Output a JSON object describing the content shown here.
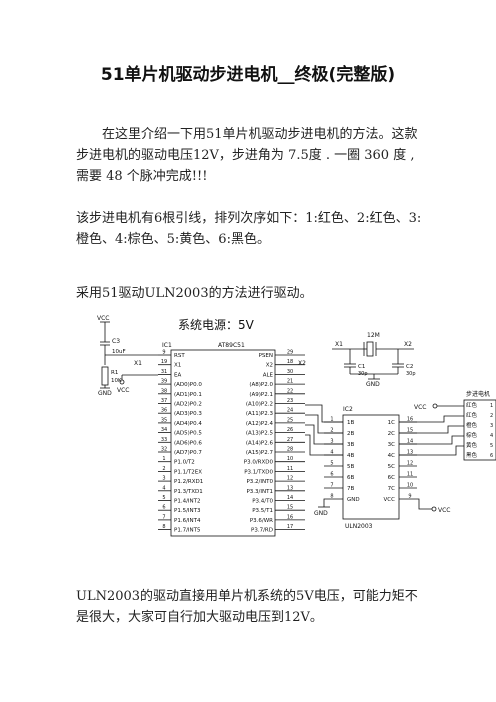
{
  "title": "51单片机驱动步进电机__终极(完整版)",
  "para1": "在这里介绍一下用51单片机驱动步进电机的方法。这款步进电机的驱动电压12V，步进角为 7.5度 . 一圈 360 度 , 需要 48 个脉冲完成!!!",
  "para2": "该步进电机有6根引线，排列次序如下：1:红色、2:红色、3:橙色、4:棕色、5:黄色、6:黑色。",
  "para3": "采用51驱动ULN2003的方法进行驱动。",
  "para4": "ULN2003的驱动直接用单片机系统的5V电压，可能力矩不是很大，大家可自行加大驱动电压到12V。",
  "schematic": {
    "power_label": "系统电源：5V",
    "vcc": "VCC",
    "gnd": "GND",
    "c3": "C3",
    "c3_val": "10uF",
    "r1": "R1",
    "r1_val": "10K",
    "ic1": "IC1",
    "ic1_part": "AT89C51",
    "x1": "X1",
    "x2": "X2",
    "crystal": "12M",
    "c1": "C1",
    "c2": "C2",
    "cap_val": "30p",
    "ic2": "IC2",
    "ic2_part": "ULN2003",
    "motor_label": "步进电机",
    "left_pins": [
      "9",
      "19",
      "31",
      "39",
      "38",
      "37",
      "36",
      "35",
      "34",
      "33",
      "32",
      "1",
      "2",
      "3",
      "4",
      "5",
      "6",
      "7",
      "8"
    ],
    "left_labels": [
      "RST",
      "X1",
      "EA",
      "(AD0)P0.0",
      "(AD1)P0.1",
      "(AD2)P0.2",
      "(AD3)P0.3",
      "(AD4)P0.4",
      "(AD5)P0.5",
      "(AD6)P0.6",
      "(AD7)P0.7",
      "P1.0/T2",
      "P1.1/T2EX",
      "P1.2/RXD1",
      "P1.3/TXD1",
      "P1.4/INT2",
      "P1.5/INT3",
      "P1.6/INT4",
      "P1.7/INT5"
    ],
    "right_pins": [
      "29",
      "18",
      "30",
      "21",
      "22",
      "23",
      "24",
      "25",
      "26",
      "27",
      "28",
      "10",
      "11",
      "12",
      "13",
      "14",
      "15",
      "16",
      "17"
    ],
    "right_labels": [
      "PSEN",
      "X2",
      "ALE",
      "(A8)P2.0",
      "(A9)P2.1",
      "(A10)P2.2",
      "(A11)P2.3",
      "(A12)P2.4",
      "(A13)P2.5",
      "(A14)P2.6",
      "(A15)P2.7",
      "P3.0/RXD0",
      "P3.1/TXD0",
      "P3.2/INT0",
      "P3.3/INT1",
      "P3.4/T0",
      "P3.5/T1",
      "P3.6/WR",
      "P3.7/RD"
    ],
    "uln_in_pins": [
      "1",
      "2",
      "3",
      "4",
      "5",
      "6",
      "7",
      "8"
    ],
    "uln_in_labels": [
      "1B",
      "2B",
      "3B",
      "4B",
      "5B",
      "6B",
      "7B",
      "GND"
    ],
    "uln_out_pins": [
      "16",
      "15",
      "14",
      "13",
      "12",
      "11",
      "10",
      "9"
    ],
    "uln_out_labels": [
      "1C",
      "2C",
      "3C",
      "4C",
      "5C",
      "6C",
      "7C",
      "VCC"
    ],
    "motor_colors": [
      "红色",
      "红色",
      "橙色",
      "棕色",
      "黄色",
      "黑色"
    ],
    "motor_pins": [
      "1",
      "2",
      "3",
      "4",
      "5",
      "6"
    ]
  }
}
